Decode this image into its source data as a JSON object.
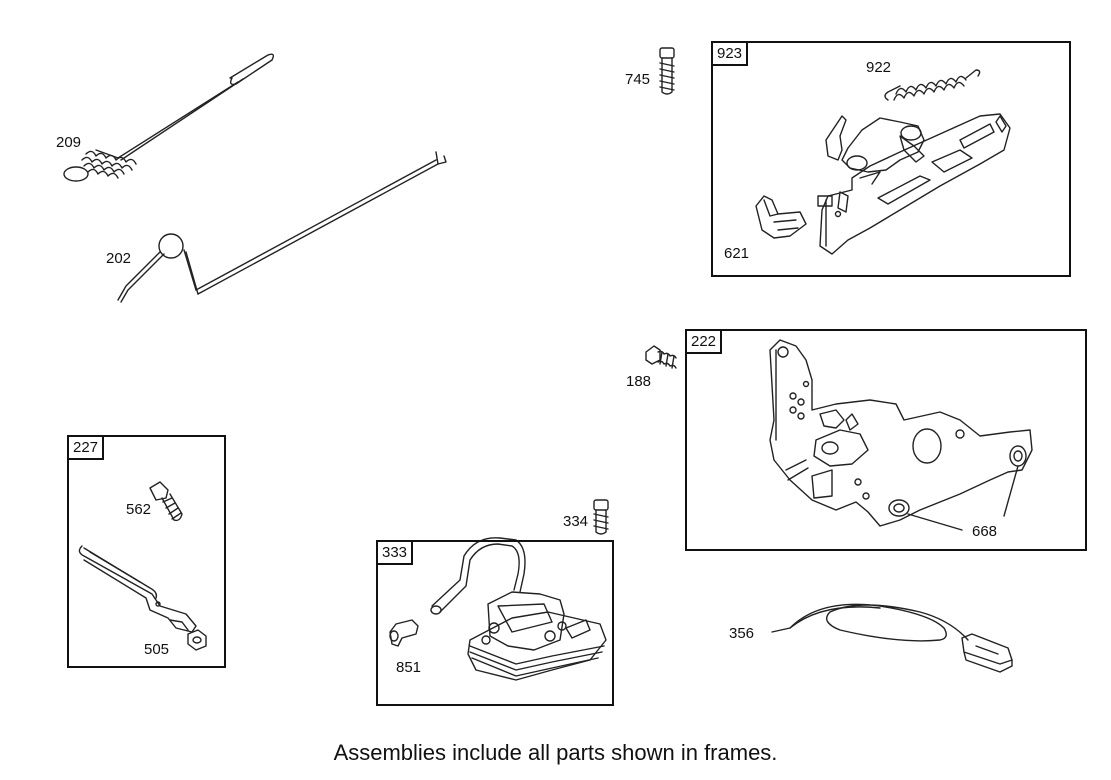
{
  "parts": {
    "p209": "209",
    "p202": "202",
    "p745": "745",
    "p922": "922",
    "p621": "621",
    "p188": "188",
    "p668": "668",
    "p562": "562",
    "p505": "505",
    "p334": "334",
    "p851": "851",
    "p356": "356"
  },
  "frames": {
    "f923": "923",
    "f222": "222",
    "f227": "227",
    "f333": "333"
  },
  "footnote": "Assemblies include all parts shown in frames."
}
